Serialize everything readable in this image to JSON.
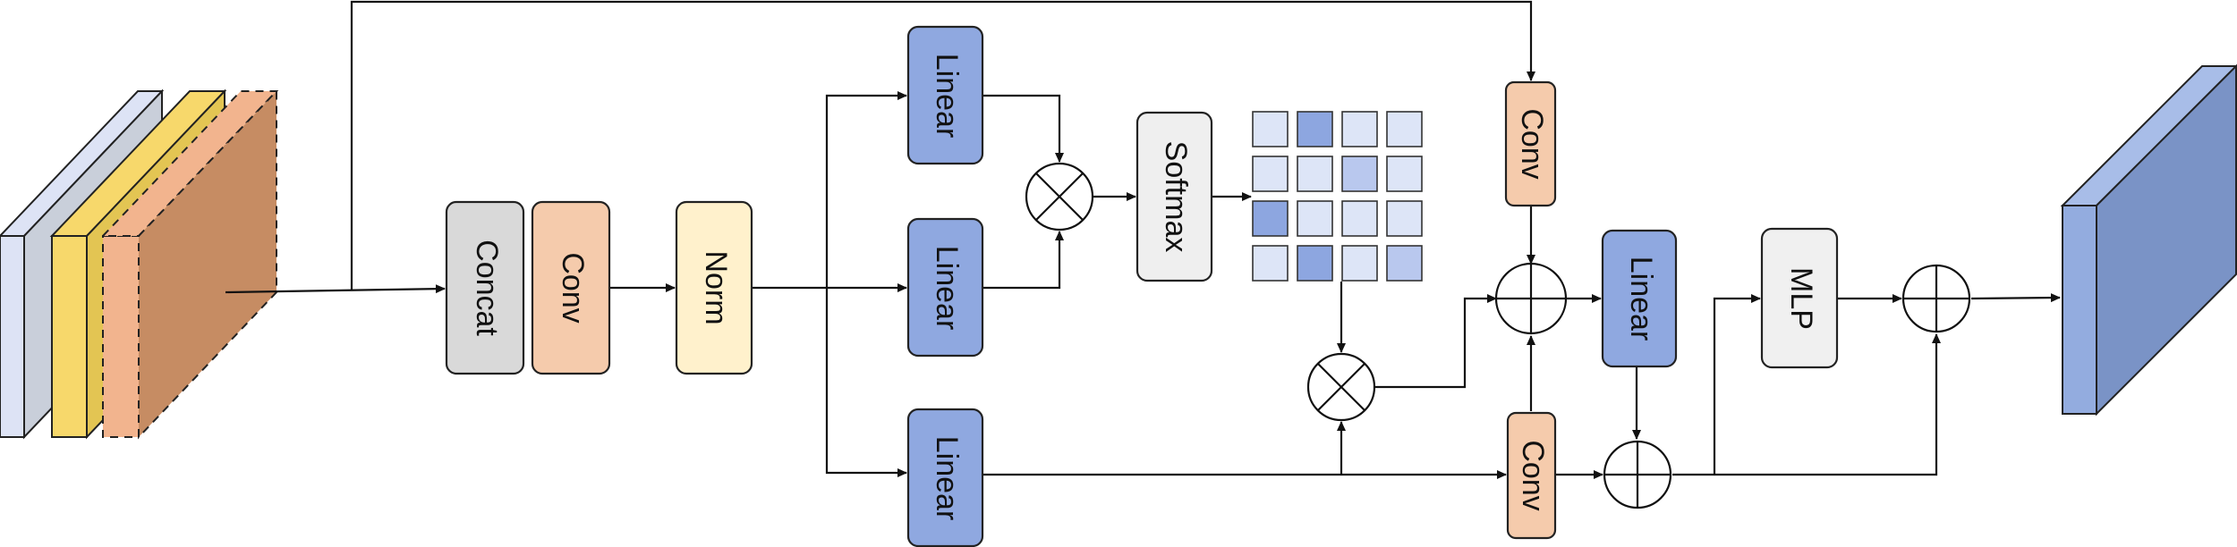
{
  "blocks": {
    "concat": "Concat",
    "conv_in": "Conv",
    "norm": "Norm",
    "linear_top": "Linear",
    "linear_mid": "Linear",
    "linear_bot": "Linear",
    "softmax": "Softmax",
    "conv_top": "Conv",
    "conv_bottom": "Conv",
    "linear_right": "Linear",
    "mlp": "MLP"
  },
  "colors": {
    "gray_block": "#d9d9d9",
    "conv_block": "#f5cbac",
    "norm_block": "#fff1cc",
    "linear_block": "#8fa8e0",
    "softmax_block": "#efefef",
    "mlp_block": "#f0f0f0",
    "input_layer_1": "#dde3f5",
    "input_layer_2": "#f7d86b",
    "input_layer_3": "#c68c63",
    "output_front": "#7a93c6",
    "output_side": "#93acdf",
    "attention_light": "#dde5f7",
    "attention_mid": "#b9c8ee",
    "attention_dark": "#8da6e0"
  },
  "attention_grid": [
    [
      "light",
      "dark",
      "light",
      "light"
    ],
    [
      "light",
      "light",
      "mid",
      "light"
    ],
    [
      "dark",
      "light",
      "light",
      "light"
    ],
    [
      "light",
      "dark",
      "light",
      "mid"
    ]
  ],
  "operators": {
    "mult_1": "multiply-icon",
    "mult_2": "multiply-icon",
    "add_1": "add-icon",
    "add_2": "add-icon",
    "add_3": "add-icon"
  }
}
